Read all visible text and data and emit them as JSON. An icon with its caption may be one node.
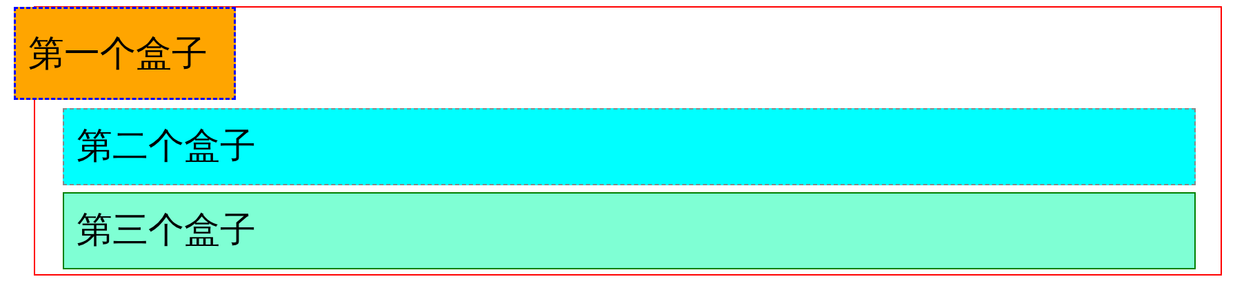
{
  "diagram": {
    "nodes": [
      {
        "text": [],
        "shape": "box"
      },
      {
        "text": [
          "第一个盒子"
        ]
      },
      {
        "text": [
          "第二个盒子"
        ],
        "in": 0
      },
      {
        "text": [
          "第三个盒子"
        ],
        "in": 0
      }
    ],
    "edges": []
  }
}
